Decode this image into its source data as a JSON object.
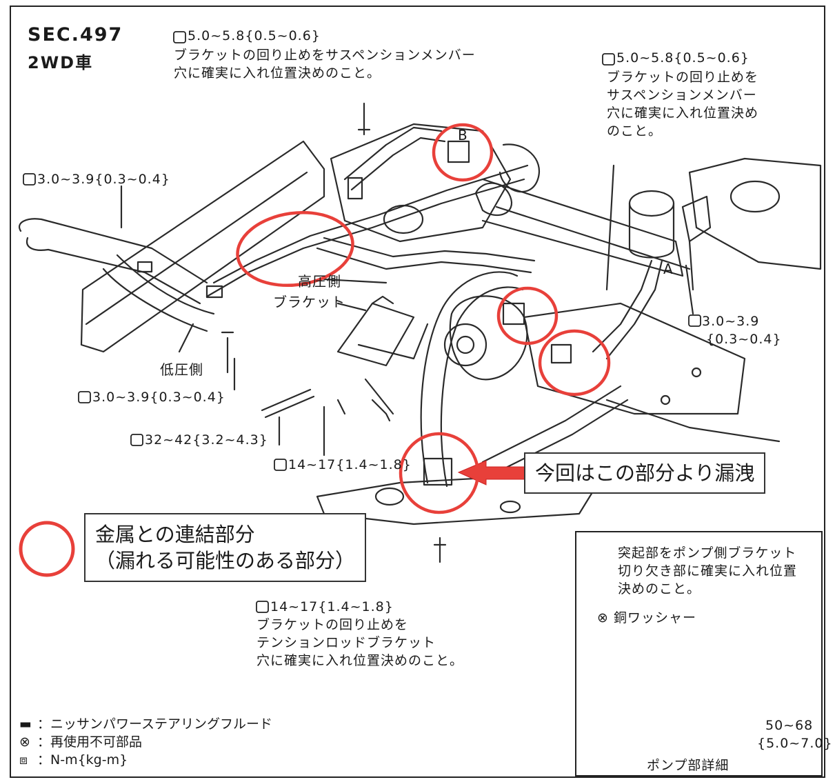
{
  "section": "SEC.497",
  "model": "2WD車",
  "torque_top_center": {
    "value": "5.0~5.8{0.5~0.6}",
    "line1": "ブラケットの回り止めをサスペンションメンバー",
    "line2": "穴に確実に入れ位置決めのこと。"
  },
  "torque_top_right": {
    "value": "5.0~5.8{0.5~0.6}",
    "line1": "ブラケットの回り止めを",
    "line2": "サスペンションメンバー",
    "line3": "穴に確実に入れ位置決め",
    "line4": "のこと。"
  },
  "torque_left_top": "3.0~3.9{0.3~0.4}",
  "torque_right_mid": {
    "line1": "3.0~3.9",
    "line2": "{0.3~0.4}"
  },
  "torque_left_bottom": "3.0~3.9{0.3~0.4}",
  "torque_bolt": "32~42{3.2~4.3}",
  "torque_center": "14~17{1.4~1.8}",
  "torque_bottom": {
    "value": "14~17{1.4~1.8}",
    "line1": "ブラケットの回り止めを",
    "line2": "テンションロッドブラケット",
    "line3": "穴に確実に入れ位置決めのこと。"
  },
  "labels": {
    "high_pressure": "高圧側",
    "bracket": "ブラケット",
    "low_pressure": "低圧側",
    "point_a": "A",
    "point_b": "B"
  },
  "callout_leak": "今回はこの部分より漏洩",
  "legend_circle": {
    "line1": "金属との連結部分",
    "line2": "（漏れる可能性のある部分）"
  },
  "inset": {
    "note1": "突起部をポンプ側ブラケット",
    "note2": "切り欠き部に確実に入れ位置",
    "note3": "決めのこと。",
    "washer": "銅ワッシャー",
    "torque_line1": "50~68",
    "torque_line2": "{5.0~7.0}",
    "caption": "ポンプ部詳細"
  },
  "legend": {
    "fluid": "：ニッサンパワーステアリングフルード",
    "nonreusable": "：再使用不可部品",
    "unit": "：N-m{kg-m}"
  },
  "colors": {
    "highlight": "#e8403a",
    "ink": "#2a2a2a"
  }
}
